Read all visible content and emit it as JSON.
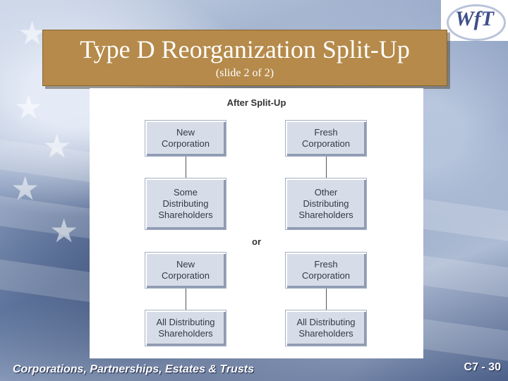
{
  "slide": {
    "title": "Type D Reorganization Split-Up",
    "subtitle": "(slide 2 of 2)",
    "logo_text": "WfT",
    "footer_left": "Corporations, Partnerships, Estates & Trusts",
    "footer_right": "C7 - 30"
  },
  "diagram": {
    "title": "After Split-Up",
    "or_label": "or",
    "option1": {
      "left_top": "New\nCorporation",
      "left_bottom": "Some\nDistributing\nShareholders",
      "right_top": "Fresh\nCorporation",
      "right_bottom": "Other\nDistributing\nShareholders"
    },
    "option2": {
      "left_top": "New\nCorporation",
      "left_bottom": "All Distributing\nShareholders",
      "right_top": "Fresh\nCorporation",
      "right_bottom": "All Distributing\nShareholders"
    }
  }
}
